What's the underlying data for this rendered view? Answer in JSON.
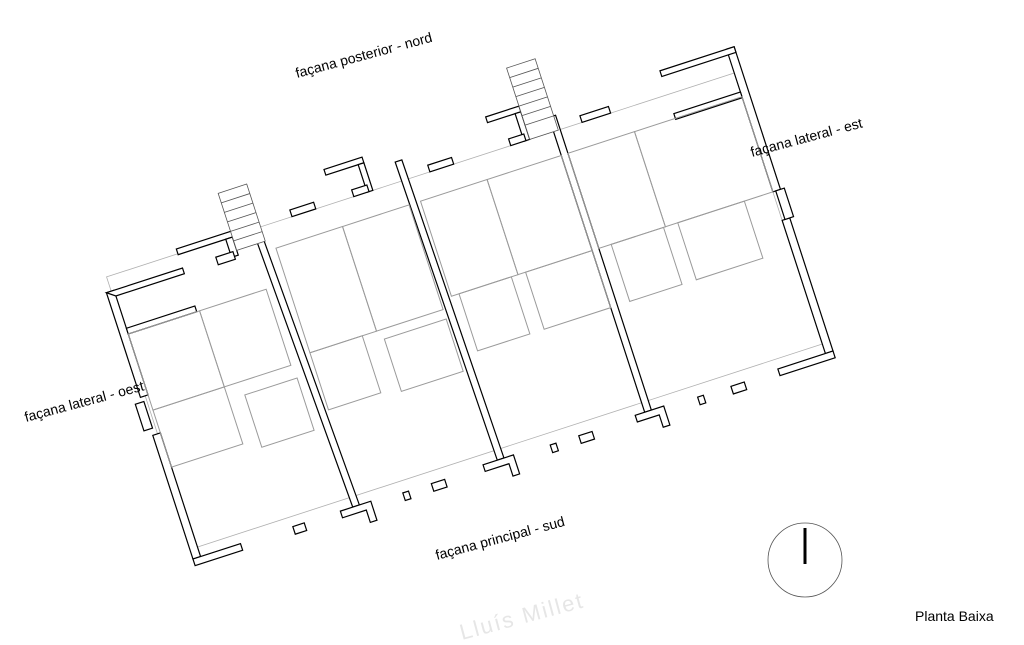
{
  "labels": {
    "north": "façana posterior - nord",
    "east": "façana lateral - est",
    "west": "façana lateral - oest",
    "south": "façana principal - sud",
    "street": "Lluís Millet",
    "plan_title": "Planta Baixa"
  },
  "icons": {
    "compass": "north-arrow-icon"
  }
}
